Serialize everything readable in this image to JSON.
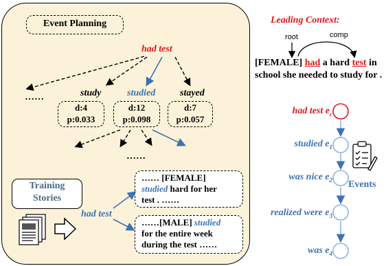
{
  "left_panel": {
    "event_planning_label": "Event Planning",
    "root_event": "had test",
    "ellipsis_left": "……",
    "ellipsis_bottom": "……",
    "candidates": [
      {
        "event": "study",
        "d": "d:4",
        "p": "p:0.033",
        "highlighted": false
      },
      {
        "event": "studied",
        "d": "d:12",
        "p": "p:0.098",
        "highlighted": true
      },
      {
        "event": "stayed",
        "d": "d:7",
        "p": "p:0.057",
        "highlighted": false
      }
    ],
    "training_stories_label_line1": "Training",
    "training_stories_label_line2": "Stories",
    "branch_event": "had test",
    "story1": {
      "pre": "…… [FEMALE]",
      "event": "studied",
      "post1": " hard for her",
      "post2": "test . ……"
    },
    "story2": {
      "pre": "……[MALE] ",
      "event": "studied",
      "post1": "for the entire week",
      "post2": "during the test ……"
    }
  },
  "right_panel": {
    "leading_context_title": "Leading Context:",
    "dep_root": "root",
    "dep_comp": "comp",
    "sentence": {
      "pre": "[FEMALE] ",
      "word1": "had",
      "mid": " a hard ",
      "word2": "test",
      "post": " in",
      "line2": "school she needed to study for ."
    },
    "events_label": "Events",
    "chain": [
      {
        "text": "had test",
        "sub_symbol": "e",
        "sub": "c",
        "color": "#e0161b"
      },
      {
        "text": "studied",
        "sub_symbol": "e",
        "sub": "1",
        "color": "#3d73b5"
      },
      {
        "text": "was nice",
        "sub_symbol": "e",
        "sub": "2",
        "color": "#3d73b5"
      },
      {
        "text": "realized were",
        "sub_symbol": "e",
        "sub": "3",
        "color": "#3d73b5"
      },
      {
        "text": "was",
        "sub_symbol": "e",
        "sub": "4",
        "color": "#3d73b5"
      }
    ]
  },
  "colors": {
    "red": "#e0161b",
    "blue": "#3d73b5",
    "panel_bg": "#fbf2d9",
    "circle_blue": "#8fb4dd"
  }
}
